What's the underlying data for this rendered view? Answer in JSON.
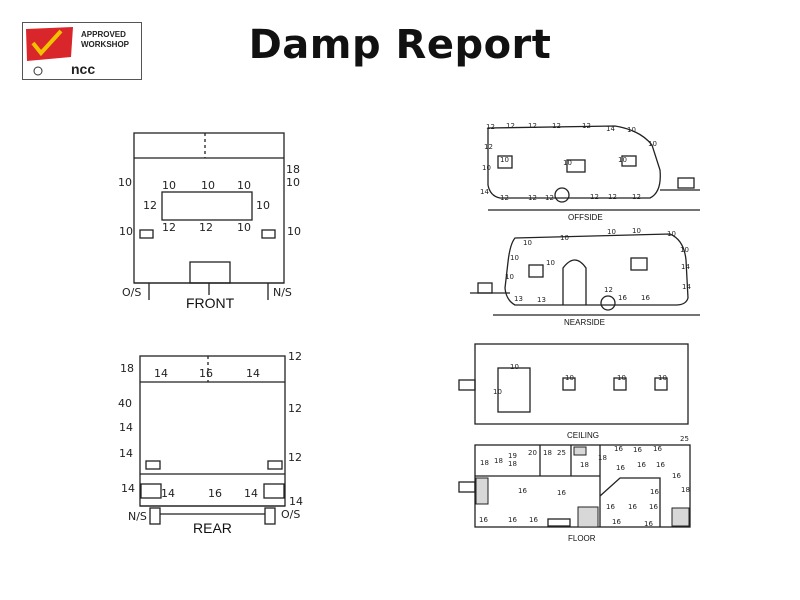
{
  "title": "Damp Report",
  "logo": {
    "line1": "APPROVED",
    "line2": "WORKSHOP",
    "brand": "ncc"
  },
  "colors": {
    "logo_red": "#d9262b",
    "logo_check": "#f2c200",
    "ink": "#222222"
  },
  "front": {
    "label": "FRONT",
    "left_side": "O/S",
    "right_side": "N/S",
    "readings": [
      {
        "id": "f-top-right",
        "v": "18"
      },
      {
        "id": "f-upper-left",
        "v": "10"
      },
      {
        "id": "f-win-top-1",
        "v": "10"
      },
      {
        "id": "f-win-top-2",
        "v": "10"
      },
      {
        "id": "f-win-top-3",
        "v": "10"
      },
      {
        "id": "f-upper-right",
        "v": "10"
      },
      {
        "id": "f-win-left",
        "v": "12"
      },
      {
        "id": "f-win-right",
        "v": "10"
      },
      {
        "id": "f-win-bot-1",
        "v": "12"
      },
      {
        "id": "f-win-bot-2",
        "v": "12"
      },
      {
        "id": "f-win-bot-3",
        "v": "10"
      },
      {
        "id": "f-lower-left",
        "v": "10"
      },
      {
        "id": "f-lower-right",
        "v": "10"
      }
    ]
  },
  "rear": {
    "label": "REAR",
    "left_side": "N/S",
    "right_side": "O/S",
    "readings": [
      {
        "id": "r-top-left",
        "v": "18"
      },
      {
        "id": "r-top-right",
        "v": "12"
      },
      {
        "id": "r-row1-1",
        "v": "14"
      },
      {
        "id": "r-row1-2",
        "v": "16"
      },
      {
        "id": "r-row1-3",
        "v": "14"
      },
      {
        "id": "r-left-2",
        "v": "40"
      },
      {
        "id": "r-right-2",
        "v": "12"
      },
      {
        "id": "r-left-3",
        "v": "14"
      },
      {
        "id": "r-left-4",
        "v": "14"
      },
      {
        "id": "r-right-4",
        "v": "12"
      },
      {
        "id": "r-left-5",
        "v": "14"
      },
      {
        "id": "r-bot-1",
        "v": "14"
      },
      {
        "id": "r-bot-2",
        "v": "16"
      },
      {
        "id": "r-bot-3",
        "v": "14"
      },
      {
        "id": "r-right-5",
        "v": "14"
      }
    ]
  },
  "offside": {
    "label": "OFFSIDE",
    "readings": [
      {
        "id": "os-1",
        "v": "12"
      },
      {
        "id": "os-2",
        "v": "12"
      },
      {
        "id": "os-3",
        "v": "12"
      },
      {
        "id": "os-4",
        "v": "12"
      },
      {
        "id": "os-5",
        "v": "12"
      },
      {
        "id": "os-6",
        "v": "14"
      },
      {
        "id": "os-7",
        "v": "10"
      },
      {
        "id": "os-8",
        "v": "12"
      },
      {
        "id": "os-9",
        "v": "10"
      },
      {
        "id": "os-10",
        "v": "10"
      },
      {
        "id": "os-11",
        "v": "10"
      },
      {
        "id": "os-12",
        "v": "10"
      },
      {
        "id": "os-13",
        "v": "10"
      },
      {
        "id": "os-14",
        "v": "12"
      },
      {
        "id": "os-15",
        "v": "12"
      },
      {
        "id": "os-16",
        "v": "12"
      },
      {
        "id": "os-17",
        "v": "12"
      },
      {
        "id": "os-18",
        "v": "12"
      },
      {
        "id": "os-19",
        "v": "12"
      },
      {
        "id": "os-20",
        "v": "14"
      }
    ]
  },
  "nearside": {
    "label": "NEARSIDE",
    "readings": [
      {
        "id": "ns-1",
        "v": "10"
      },
      {
        "id": "ns-2",
        "v": "10"
      },
      {
        "id": "ns-3",
        "v": "10"
      },
      {
        "id": "ns-4",
        "v": "10"
      },
      {
        "id": "ns-5",
        "v": "10"
      },
      {
        "id": "ns-6",
        "v": "10"
      },
      {
        "id": "ns-7",
        "v": "10"
      },
      {
        "id": "ns-8",
        "v": "10"
      },
      {
        "id": "ns-9",
        "v": "10"
      },
      {
        "id": "ns-10",
        "v": "14"
      },
      {
        "id": "ns-11",
        "v": "14"
      },
      {
        "id": "ns-12",
        "v": "13"
      },
      {
        "id": "ns-13",
        "v": "13"
      },
      {
        "id": "ns-14",
        "v": "16"
      },
      {
        "id": "ns-15",
        "v": "16"
      },
      {
        "id": "ns-16",
        "v": "12"
      }
    ]
  },
  "ceiling": {
    "label": "CEILING",
    "readings": [
      {
        "id": "c-1",
        "v": "10"
      },
      {
        "id": "c-2",
        "v": "10"
      },
      {
        "id": "c-3",
        "v": "10"
      },
      {
        "id": "c-4",
        "v": "10"
      },
      {
        "id": "c-5",
        "v": "10"
      }
    ]
  },
  "floor": {
    "label": "FLOOR",
    "readings": [
      {
        "id": "fl-1",
        "v": "18"
      },
      {
        "id": "fl-2",
        "v": "18"
      },
      {
        "id": "fl-3",
        "v": "18"
      },
      {
        "id": "fl-4",
        "v": "19"
      },
      {
        "id": "fl-5",
        "v": "20"
      },
      {
        "id": "fl-6",
        "v": "18"
      },
      {
        "id": "fl-7",
        "v": "25"
      },
      {
        "id": "fl-8",
        "v": "18"
      },
      {
        "id": "fl-9",
        "v": "18"
      },
      {
        "id": "fl-10",
        "v": "16"
      },
      {
        "id": "fl-11",
        "v": "16"
      },
      {
        "id": "fl-12",
        "v": "16"
      },
      {
        "id": "fl-13",
        "v": "25"
      },
      {
        "id": "fl-14",
        "v": "16"
      },
      {
        "id": "fl-15",
        "v": "16"
      },
      {
        "id": "fl-16",
        "v": "16"
      },
      {
        "id": "fl-17",
        "v": "16"
      },
      {
        "id": "fl-18",
        "v": "18"
      },
      {
        "id": "fl-19",
        "v": "16"
      },
      {
        "id": "fl-20",
        "v": "16"
      },
      {
        "id": "fl-21",
        "v": "16"
      },
      {
        "id": "fl-22",
        "v": "16"
      },
      {
        "id": "fl-23",
        "v": "16"
      },
      {
        "id": "fl-24",
        "v": "16"
      },
      {
        "id": "fl-25",
        "v": "16"
      },
      {
        "id": "fl-26",
        "v": "16"
      },
      {
        "id": "fl-27",
        "v": "16"
      },
      {
        "id": "fl-28",
        "v": "16"
      },
      {
        "id": "fl-29",
        "v": "16"
      }
    ]
  }
}
